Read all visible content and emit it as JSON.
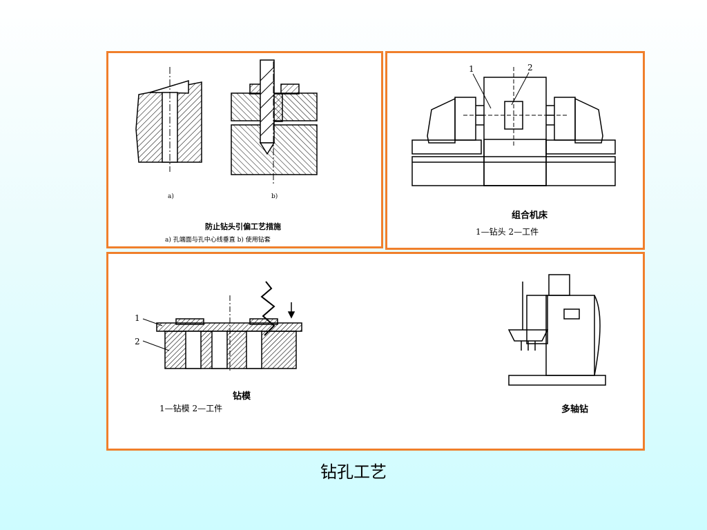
{
  "page_caption": "钻孔工艺",
  "panel1": {
    "label_a": "a)",
    "label_b": "b)",
    "caption": "防止钻头引偏工艺措施",
    "subcaption": "a) 孔端面与孔中心线垂直  b) 使用钻套"
  },
  "panel2": {
    "callout_1": "1",
    "callout_2": "2",
    "title": "组合机床",
    "legend": "1—钻头  2—工件"
  },
  "panel3": {
    "callout_1": "1",
    "callout_2": "2",
    "jig_title": "钻模",
    "jig_legend": "1—钻模   2—工件",
    "multi_title": "多轴钻"
  },
  "colors": {
    "border": "#f07f2b",
    "background_top": "#ffffff",
    "background_bottom": "#cdfcff"
  }
}
